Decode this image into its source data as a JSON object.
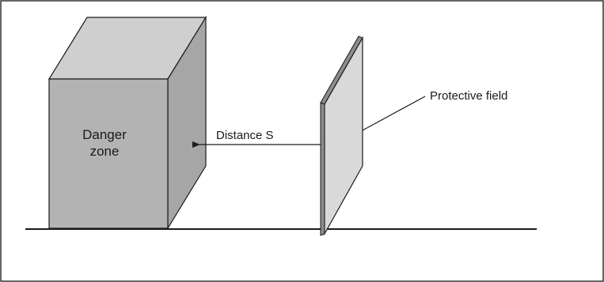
{
  "labels": {
    "danger_zone_line1": "Danger",
    "danger_zone_line2": "zone",
    "distance": "Distance S",
    "protective_field": "Protective field"
  },
  "colors": {
    "cube_front": "#b3b3b3",
    "cube_top": "#cfcfcf",
    "cube_side": "#a6a6a6",
    "panel_face": "#d9d9d9",
    "panel_edge": "#8c8c8c",
    "stroke": "#1a1a1a",
    "frame": "#000000"
  }
}
